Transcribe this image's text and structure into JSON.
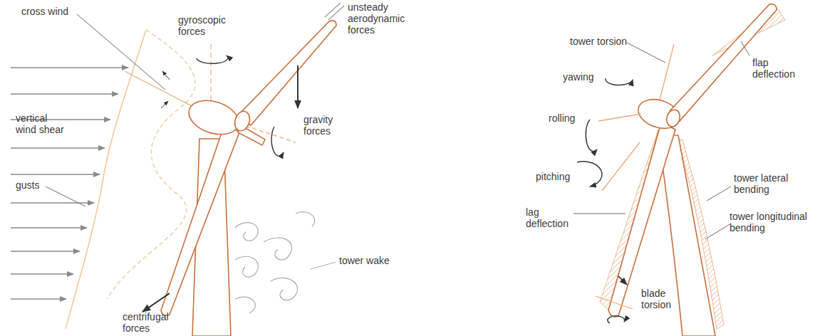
{
  "diagram": {
    "labels": [
      "cross wind",
      "gyroscopic forces",
      "unsteady aerodynamic forces",
      "vertical wind shear",
      "gravity forces",
      "gusts",
      "tower wake",
      "centrifugal forces",
      "tower torsion",
      "flap deflection",
      "yawing",
      "rolling",
      "pitching",
      "tower lateral bending",
      "lag deflection",
      "tower longitudinal bending",
      "blade torsion"
    ]
  }
}
